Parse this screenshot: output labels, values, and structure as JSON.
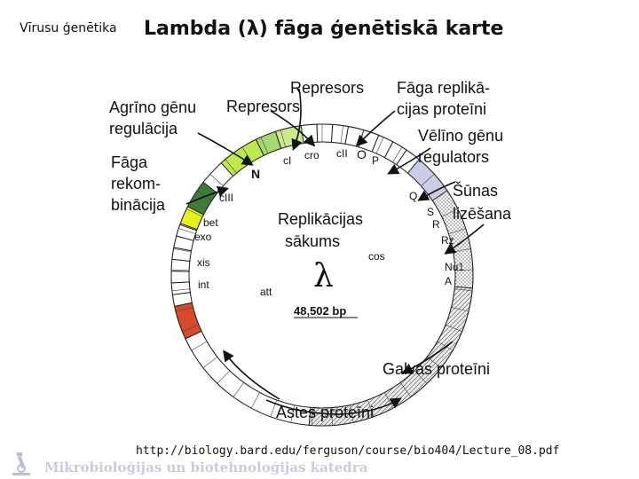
{
  "header": {
    "section_label": "Vīrusu ģenētika",
    "title": "Lambda (λ) fāga ģenētiskā karte"
  },
  "diagram": {
    "center_symbol": "λ",
    "genome_size": "48,502 bp",
    "origin_label": "Replikācijas sākums",
    "origin_line1": "Replikācijas",
    "origin_line2": "sākums",
    "annotations": {
      "early_regulation": [
        "Agrīno gēnu",
        "regulācija"
      ],
      "repressor_1": "Represors",
      "repressor_2": "Represors",
      "phage_replication": [
        "Fāga replikā-",
        "cijas proteīni"
      ],
      "late_regulators": [
        "Vēlīno gēnu",
        "regulators"
      ],
      "recombination": [
        "Fāga",
        "rekom-",
        "binācija"
      ],
      "cell_lysis": [
        "Šūnas",
        "lizēšana"
      ],
      "head_proteins": "Galvas proteīni",
      "tail_proteins": "Astes proteīni"
    },
    "gene_labels": {
      "cI": "cI",
      "cro": "cro",
      "cII": "cII",
      "O": "O",
      "P": "P",
      "Q": "Q",
      "S": "S",
      "R": "R",
      "Rz": "Rz",
      "N": "N",
      "cIII": "cIII",
      "bet": "bet",
      "exo": "exo",
      "xis": "xis",
      "int": "int",
      "att": "att",
      "cos": "cos",
      "Nu1": "Nu1",
      "A": "A"
    },
    "colors": {
      "int_xis": "#d94a2a",
      "N": "#3e7b3a",
      "cIII": "#e8f020",
      "cI": "#bfe84a",
      "cro": "#a8d870",
      "cII": "#c9e98a",
      "lysis": "#c9cde6",
      "head": "#c8c8c8",
      "ring": "#ffffff",
      "text": "#111111"
    }
  },
  "source_url": "http://biology.bard.edu/ferguson/course/bio404/Lecture_08.pdf",
  "footer": {
    "department": "Mikrobioloģijas un biotehnoloģijas katedra",
    "logo_icon": "microscope-icon"
  }
}
